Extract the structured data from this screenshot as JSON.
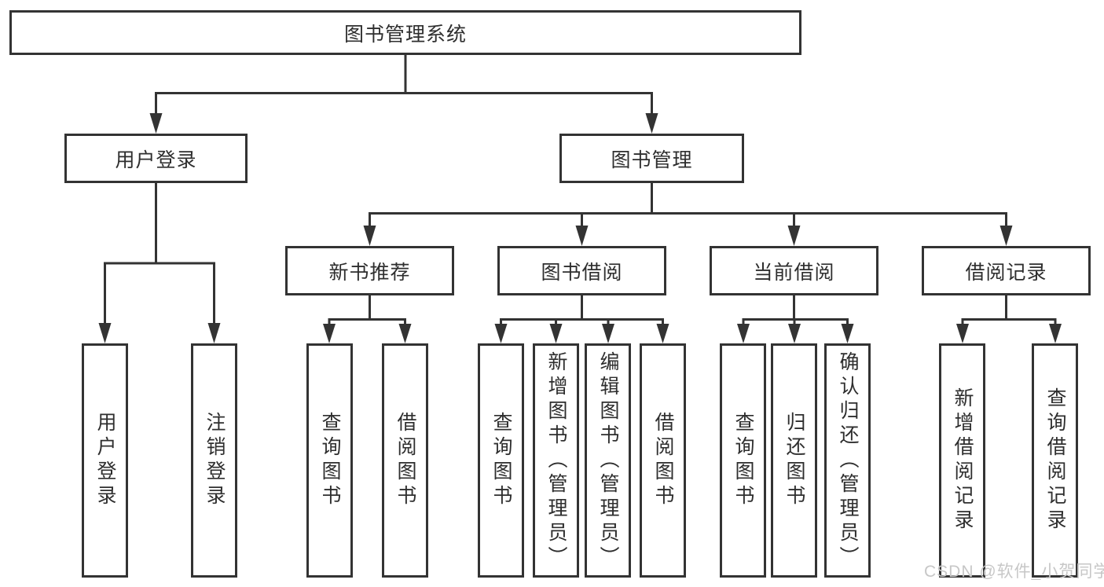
{
  "root": {
    "label": "图书管理系统"
  },
  "branches": [
    {
      "label": "用户登录",
      "leaves": [
        "用户登录",
        "注销登录"
      ]
    },
    {
      "label": "图书管理",
      "groups": [
        {
          "label": "新书推荐",
          "leaves": [
            "查询图书",
            "借阅图书"
          ]
        },
        {
          "label": "图书借阅",
          "leaves": [
            "查询图书",
            "新增图书（管理员）",
            "编辑图书（管理员）",
            "借阅图书"
          ]
        },
        {
          "label": "当前借阅",
          "leaves": [
            "查询图书",
            "归还图书",
            "确认归还（管理员）"
          ]
        },
        {
          "label": "借阅记录",
          "leaves": [
            "新增借阅记录",
            "查询借阅记录"
          ]
        }
      ]
    }
  ],
  "watermark": "CSDN @软件_小贺同学",
  "colors": {
    "line": "#333333",
    "text": "#2e2e2e",
    "background": "#ffffff",
    "watermark": "#c7c7c7"
  }
}
